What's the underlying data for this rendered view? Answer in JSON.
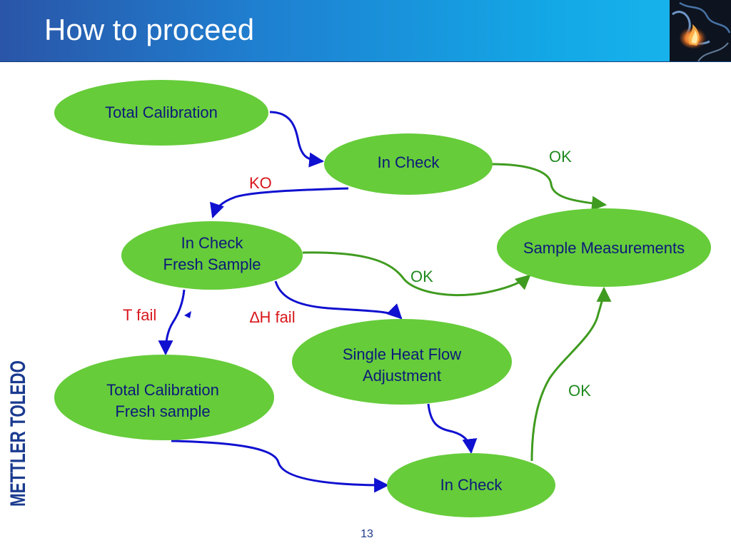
{
  "header": {
    "title": "How to proceed",
    "image_icon": "smoke-flame-icon"
  },
  "brand": {
    "logo_text": "METTLER TOLEDO",
    "logo_color": "#1a3a8f"
  },
  "colors": {
    "node_fill": "#66cc3a",
    "node_text": "#0c1a7a",
    "blue_arrow": "#1010d0",
    "green_arrow": "#3f9b1f",
    "ok_label": "#1f8a1f",
    "fail_label": "#d8171c"
  },
  "nodes": {
    "total_calibration": {
      "lines": [
        "Total Calibration"
      ]
    },
    "in_check_1": {
      "lines": [
        "In Check"
      ]
    },
    "in_check_fresh": {
      "lines": [
        "In Check",
        "Fresh Sample"
      ]
    },
    "sample_measurements": {
      "lines": [
        "Sample Measurements"
      ]
    },
    "single_heat_flow": {
      "lines": [
        "Single Heat Flow",
        "Adjustment"
      ]
    },
    "total_cal_fresh": {
      "lines": [
        "Total Calibration",
        "Fresh sample"
      ]
    },
    "in_check_2": {
      "lines": [
        "In Check"
      ]
    }
  },
  "edge_labels": {
    "ok_top": "OK",
    "ko": "KO",
    "ok_middle": "OK",
    "t_fail": "T fail",
    "dh_fail": "∆H fail",
    "ok_right": "OK"
  },
  "footer": {
    "page_number": "13"
  }
}
